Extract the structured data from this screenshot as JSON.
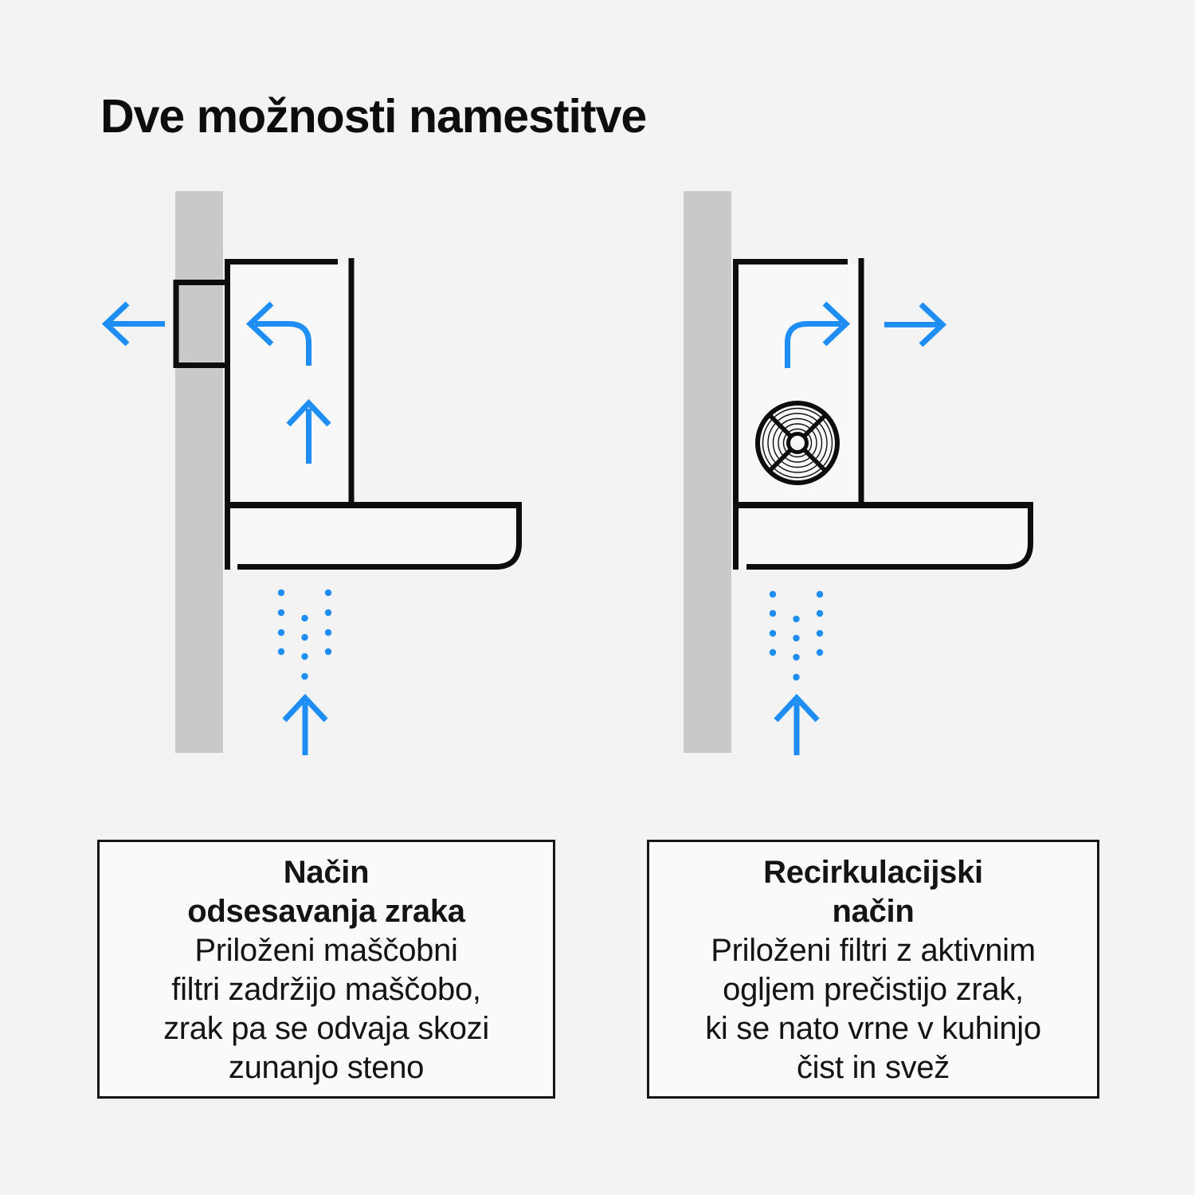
{
  "page": {
    "title": "Dve možnosti namestitve"
  },
  "colors": {
    "page_background": "#f3f3f3",
    "box_background": "#fafafa",
    "wall_gray": "#c9c9c9",
    "hood_fill": "#f8f8f8",
    "line_black": "#0d0d0d",
    "accent_blue": "#1e8ef5"
  },
  "diagrams": {
    "extraction": {
      "icons": [
        "wall",
        "through-wall-duct",
        "hood-chimney",
        "hood-canopy",
        "exhaust-arrow",
        "curved-airflow-arrow",
        "up-airflow-arrow",
        "steam-dots",
        "intake-arrow"
      ]
    },
    "recirculation": {
      "icons": [
        "wall",
        "hood-chimney",
        "hood-canopy",
        "fan-icon",
        "curved-airflow-arrow",
        "outflow-arrow",
        "steam-dots",
        "intake-arrow"
      ]
    }
  },
  "captions": {
    "extraction": {
      "title_lines": [
        "Način",
        "odsesavanja zraka"
      ],
      "body_lines": [
        "Priloženi maščobni",
        "filtri zadržijo maščobo,",
        "zrak pa se odvaja skozi",
        "zunanjo steno"
      ]
    },
    "recirculation": {
      "title_lines": [
        "Recirkulacijski",
        "način"
      ],
      "body_lines": [
        "Priloženi filtri z aktivnim",
        "ogljem prečistijo zrak,",
        "ki se nato vrne v kuhinjo",
        "čist in svež"
      ]
    }
  }
}
